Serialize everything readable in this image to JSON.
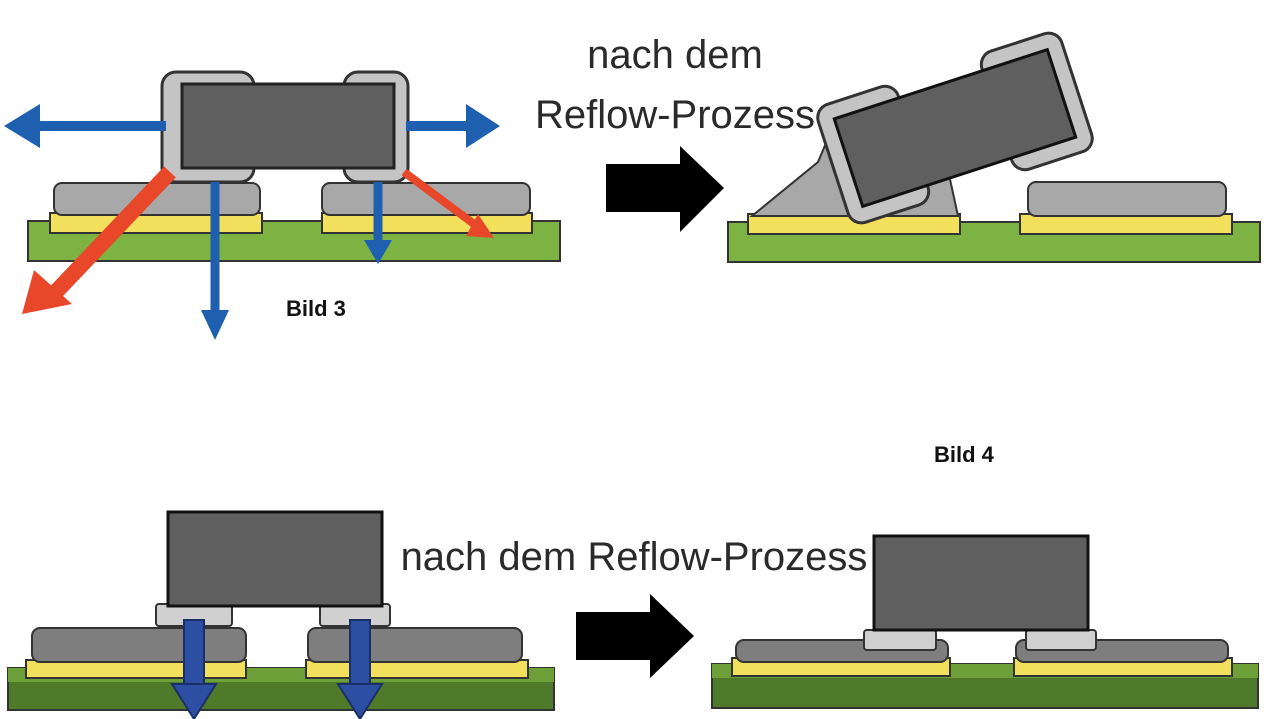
{
  "top": {
    "caption_line1": "nach dem",
    "caption_line2": "Reflow-Prozess",
    "figure_label": "Bild 3"
  },
  "bottom": {
    "caption": "nach dem Reflow-Prozess",
    "figure_label": "Bild 4"
  },
  "colors": {
    "pcb": "#7cb342",
    "pcb_dark": "#4e7a2a",
    "pad": "#f2e05c",
    "solder": "#a8a8a8",
    "solder_dark_bottom": "#7e7e7e",
    "component": "#5f5f5f",
    "terminal": "#c4c4c4",
    "force_blue": "#1f5faf",
    "force_red": "#e8472a",
    "process_arrow": "#000000"
  }
}
